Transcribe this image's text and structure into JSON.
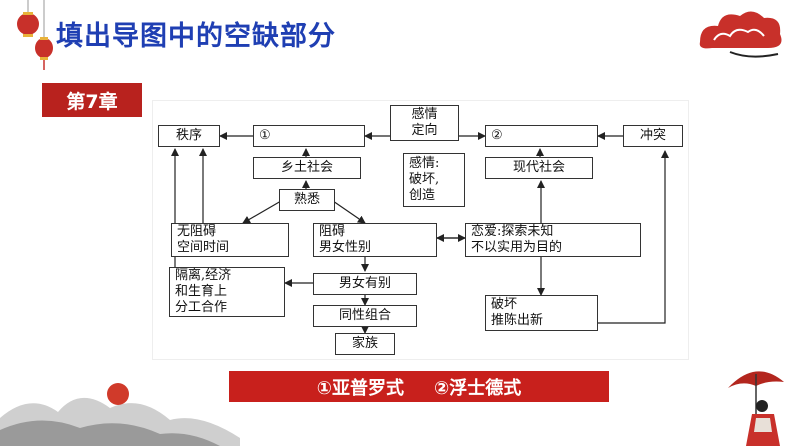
{
  "slide": {
    "title": "填出导图中的空缺部分",
    "chapter": "第7章"
  },
  "diagram": {
    "order": "秩序",
    "blank1": "①",
    "emotion_direction": "感情\n定向",
    "blank2": "②",
    "conflict": "冲突",
    "rural_society": "乡土社会",
    "emotion_break": "感情:\n破坏,\n创造",
    "modern_society": "现代社会",
    "familiar": "熟悉",
    "no_obstacle": "无阻碍\n空间时间",
    "obstacle_gender": "阻碍\n男女性别",
    "love": "恋爱:探索未知\n不以实用为目的",
    "isolation": "隔离,经济\n和生育上\n分工合作",
    "gender_difference": "男女有别",
    "same_sex_group": "同性组合",
    "family": "家族",
    "break_new": "破坏\n推陈出新"
  },
  "answers": {
    "first": "①亚普罗式",
    "second": "②浮士德式"
  }
}
